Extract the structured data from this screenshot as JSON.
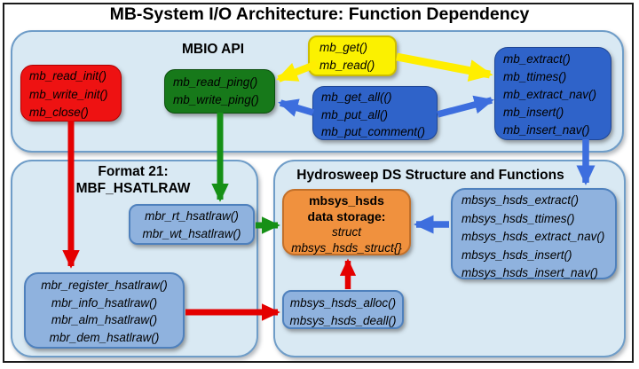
{
  "title": "MB-System I/O Architecture: Function Dependency",
  "sections": {
    "mbio": {
      "label": "MBIO API"
    },
    "format21": {
      "label_line1": "Format 21:",
      "label_line2": "MBF_HSATLRAW"
    },
    "hydrosweep": {
      "label": "Hydrosweep DS Structure and Functions"
    }
  },
  "boxes": {
    "init": {
      "lines": [
        "mb_read_init()",
        "mb_write_init()",
        "mb_close()"
      ]
    },
    "ping": {
      "lines": [
        "mb_read_ping()",
        "mb_write_ping()"
      ]
    },
    "get": {
      "lines": [
        "mb_get()",
        "mb_read()"
      ]
    },
    "get_all": {
      "lines": [
        "mb_get_all(()",
        "mb_put_all()",
        "mb_put_comment()"
      ]
    },
    "extract": {
      "lines": [
        "mb_extract()",
        "mb_ttimes()",
        "mb_extract_nav()",
        "mb_insert()",
        "mb_insert_nav()"
      ]
    },
    "rt": {
      "lines": [
        "mbr_rt_hsatlraw()",
        "mbr_wt_hsatlraw()"
      ]
    },
    "register": {
      "lines": [
        "mbr_register_hsatlraw()",
        "mbr_info_hsatlraw()",
        "mbr_alm_hsatlraw()",
        "mbr_dem_hsatlraw()"
      ]
    },
    "storage": {
      "lines": [
        "mbsys_hsds",
        "data storage:",
        "struct",
        "mbsys_hsds_struct{}"
      ]
    },
    "hsds_functions": {
      "lines": [
        "mbsys_hsds_extract()",
        "mbsys_hsds_ttimes()",
        "mbsys_hsds_extract_nav()",
        "mbsys_hsds_insert()",
        "mbsys_hsds_insert_nav()"
      ]
    },
    "alloc": {
      "lines": [
        "mbsys_hsds_alloc()",
        "mbsys_hsds_deall()"
      ]
    }
  },
  "colors": {
    "panel_fill": "#d9e9f3",
    "panel_border": "#6f9dc8",
    "box_red": "#ee1212",
    "box_green": "#17791a",
    "box_yellow": "#fbf100",
    "box_blue": "#2f63c9",
    "box_lightblue": "#8fb2de",
    "box_orange": "#f0913e",
    "arrow_red": "#e40000",
    "arrow_green": "#169016",
    "arrow_blue": "#3d6ede",
    "arrow_yellow": "#ffee00"
  }
}
